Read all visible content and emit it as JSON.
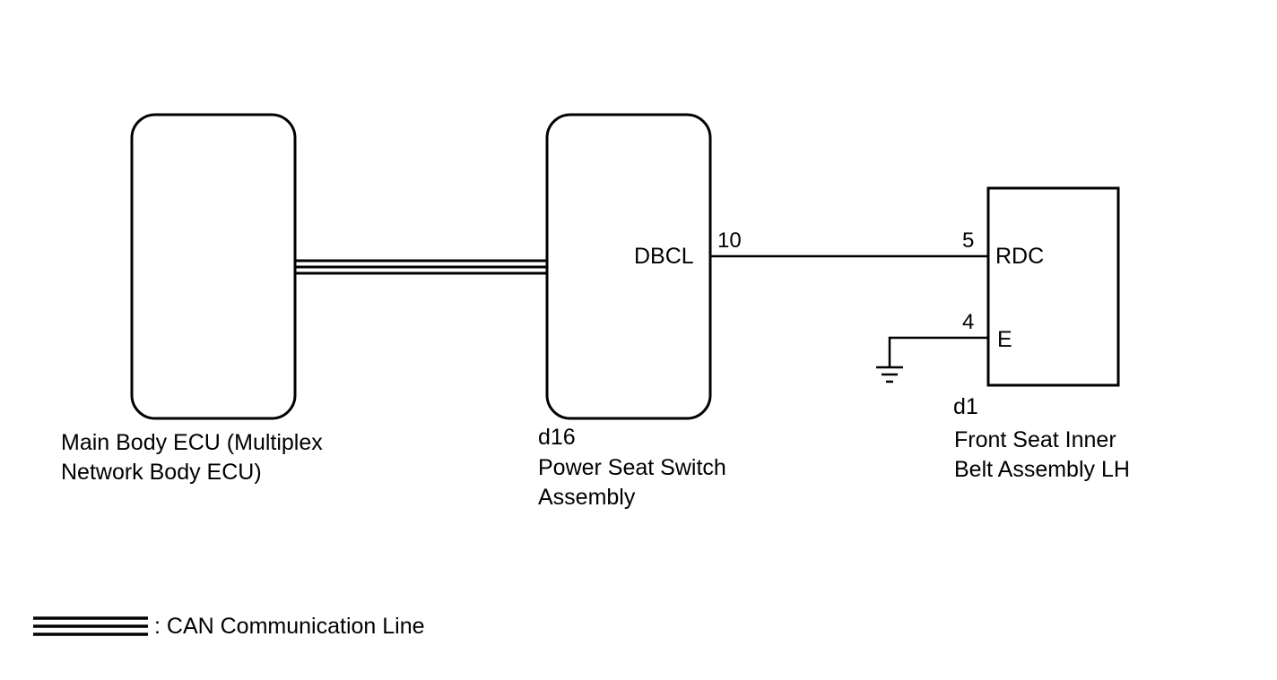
{
  "components": {
    "main_body_ecu": {
      "name_line1": "Main Body ECU (Multiplex",
      "name_line2": "Network Body ECU)"
    },
    "power_seat_switch": {
      "connector": "d16",
      "name_line1": "Power Seat Switch",
      "name_line2": "Assembly",
      "terminal_name": "DBCL",
      "pin": "10"
    },
    "front_seat_belt": {
      "connector": "d1",
      "name_line1": "Front Seat Inner",
      "name_line2": "Belt Assembly LH",
      "terminal_rdc": "RDC",
      "pin_rdc": "5",
      "terminal_e": "E",
      "pin_e": "4"
    }
  },
  "legend": {
    "text": ": CAN Communication Line"
  }
}
